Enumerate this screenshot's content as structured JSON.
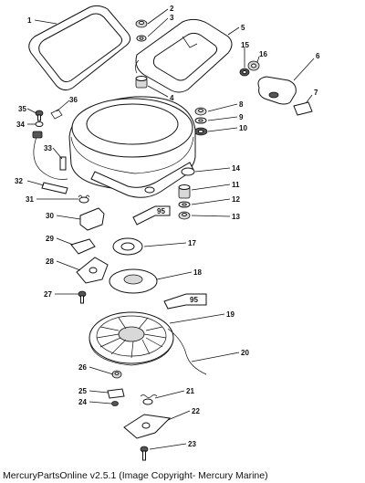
{
  "callouts": [
    "1",
    "2",
    "3",
    "4",
    "5",
    "6",
    "7",
    "8",
    "9",
    "10",
    "11",
    "12",
    "13",
    "14",
    "15",
    "16",
    "17",
    "18",
    "19",
    "20",
    "21",
    "22",
    "23",
    "24",
    "25",
    "26",
    "27",
    "28",
    "29",
    "30",
    "31",
    "32",
    "33",
    "34",
    "35",
    "36"
  ],
  "sealant_labels": [
    "95",
    "95"
  ],
  "footer": "MercuryPartsOnline v2.5.1 (Image Copyright- Mercury Marine)"
}
